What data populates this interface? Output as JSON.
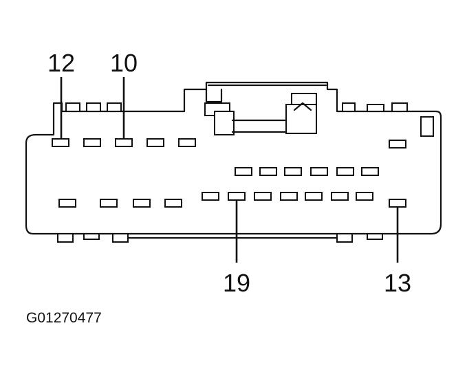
{
  "diagram": {
    "pin_labels": {
      "top_left": "12",
      "top_second": "10",
      "bottom_middle": "19",
      "bottom_right": "13"
    },
    "figure_code": "G01270477"
  }
}
